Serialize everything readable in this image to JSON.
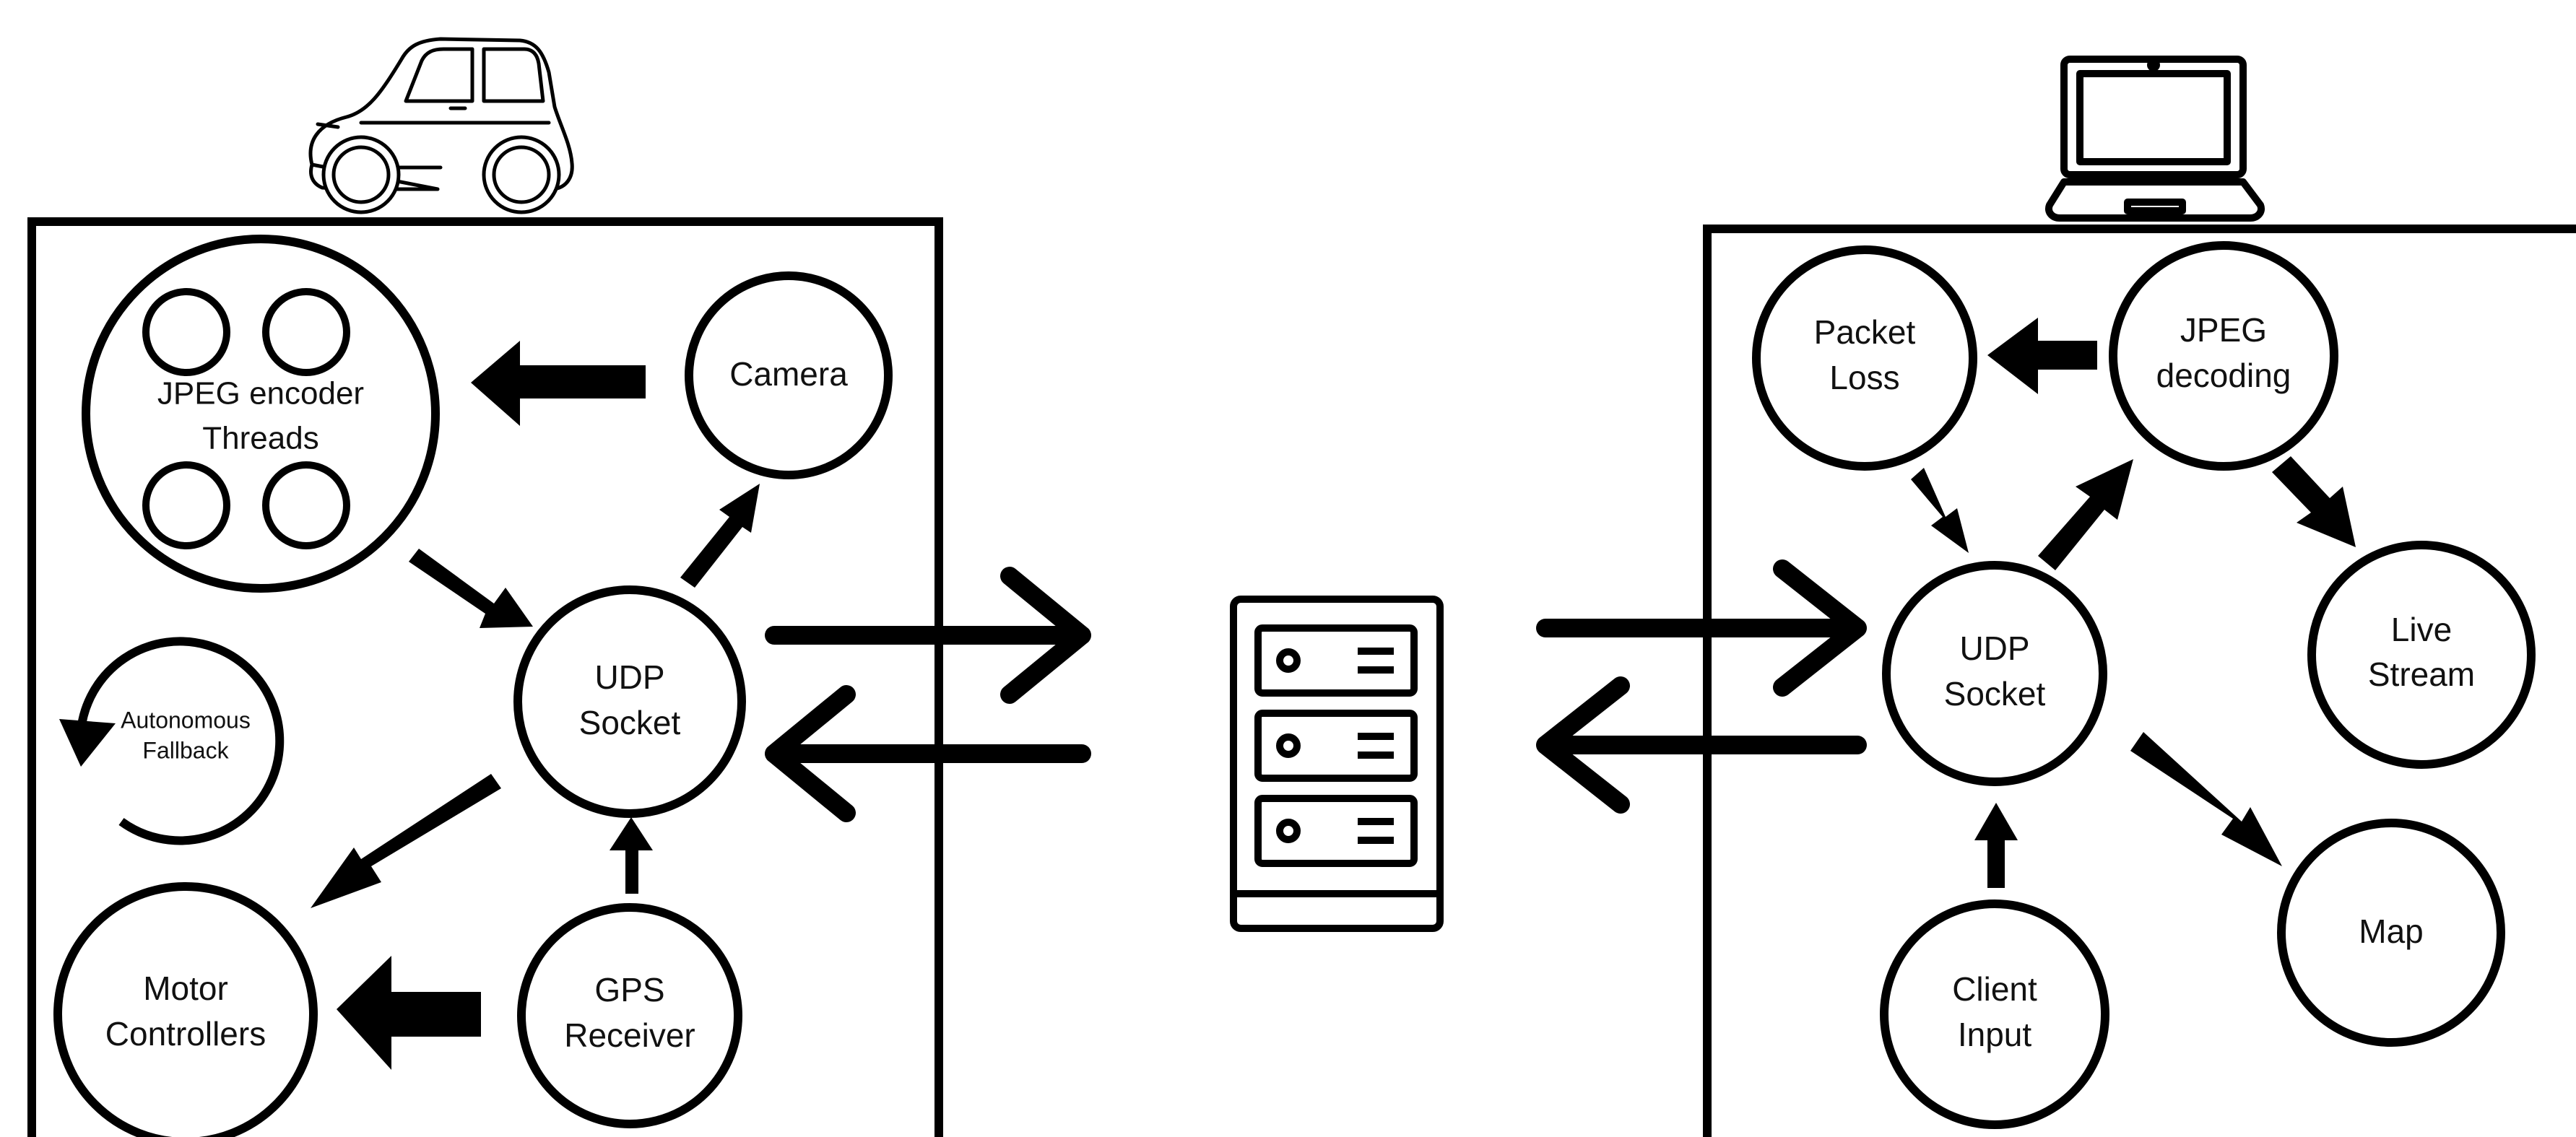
{
  "colors": {
    "stroke": "#000000",
    "background": "#ffffff",
    "text": "#111111"
  },
  "icons": {
    "vehicle": "car-icon",
    "client": "laptop-icon",
    "relay": "server-icon"
  },
  "vehicle_side": {
    "jpeg_encoder": {
      "line1": "JPEG encoder",
      "line2": "Threads"
    },
    "camera": "Camera",
    "udp_socket": {
      "line1": "UDP",
      "line2": "Socket"
    },
    "autonomous_fallback": {
      "line1": "Autonomous",
      "line2": "Fallback"
    },
    "motor_controllers": {
      "line1": "Motor",
      "line2": "Controllers"
    },
    "gps_receiver": {
      "line1": "GPS",
      "line2": "Receiver"
    }
  },
  "client_side": {
    "packet_loss": {
      "line1": "Packet",
      "line2": "Loss"
    },
    "jpeg_decoding": {
      "line1": "JPEG",
      "line2": "decoding"
    },
    "udp_socket": {
      "line1": "UDP",
      "line2": "Socket"
    },
    "live_stream": {
      "line1": "Live",
      "line2": "Stream"
    },
    "map": "Map",
    "client_input": {
      "line1": "Client",
      "line2": "Input"
    }
  }
}
